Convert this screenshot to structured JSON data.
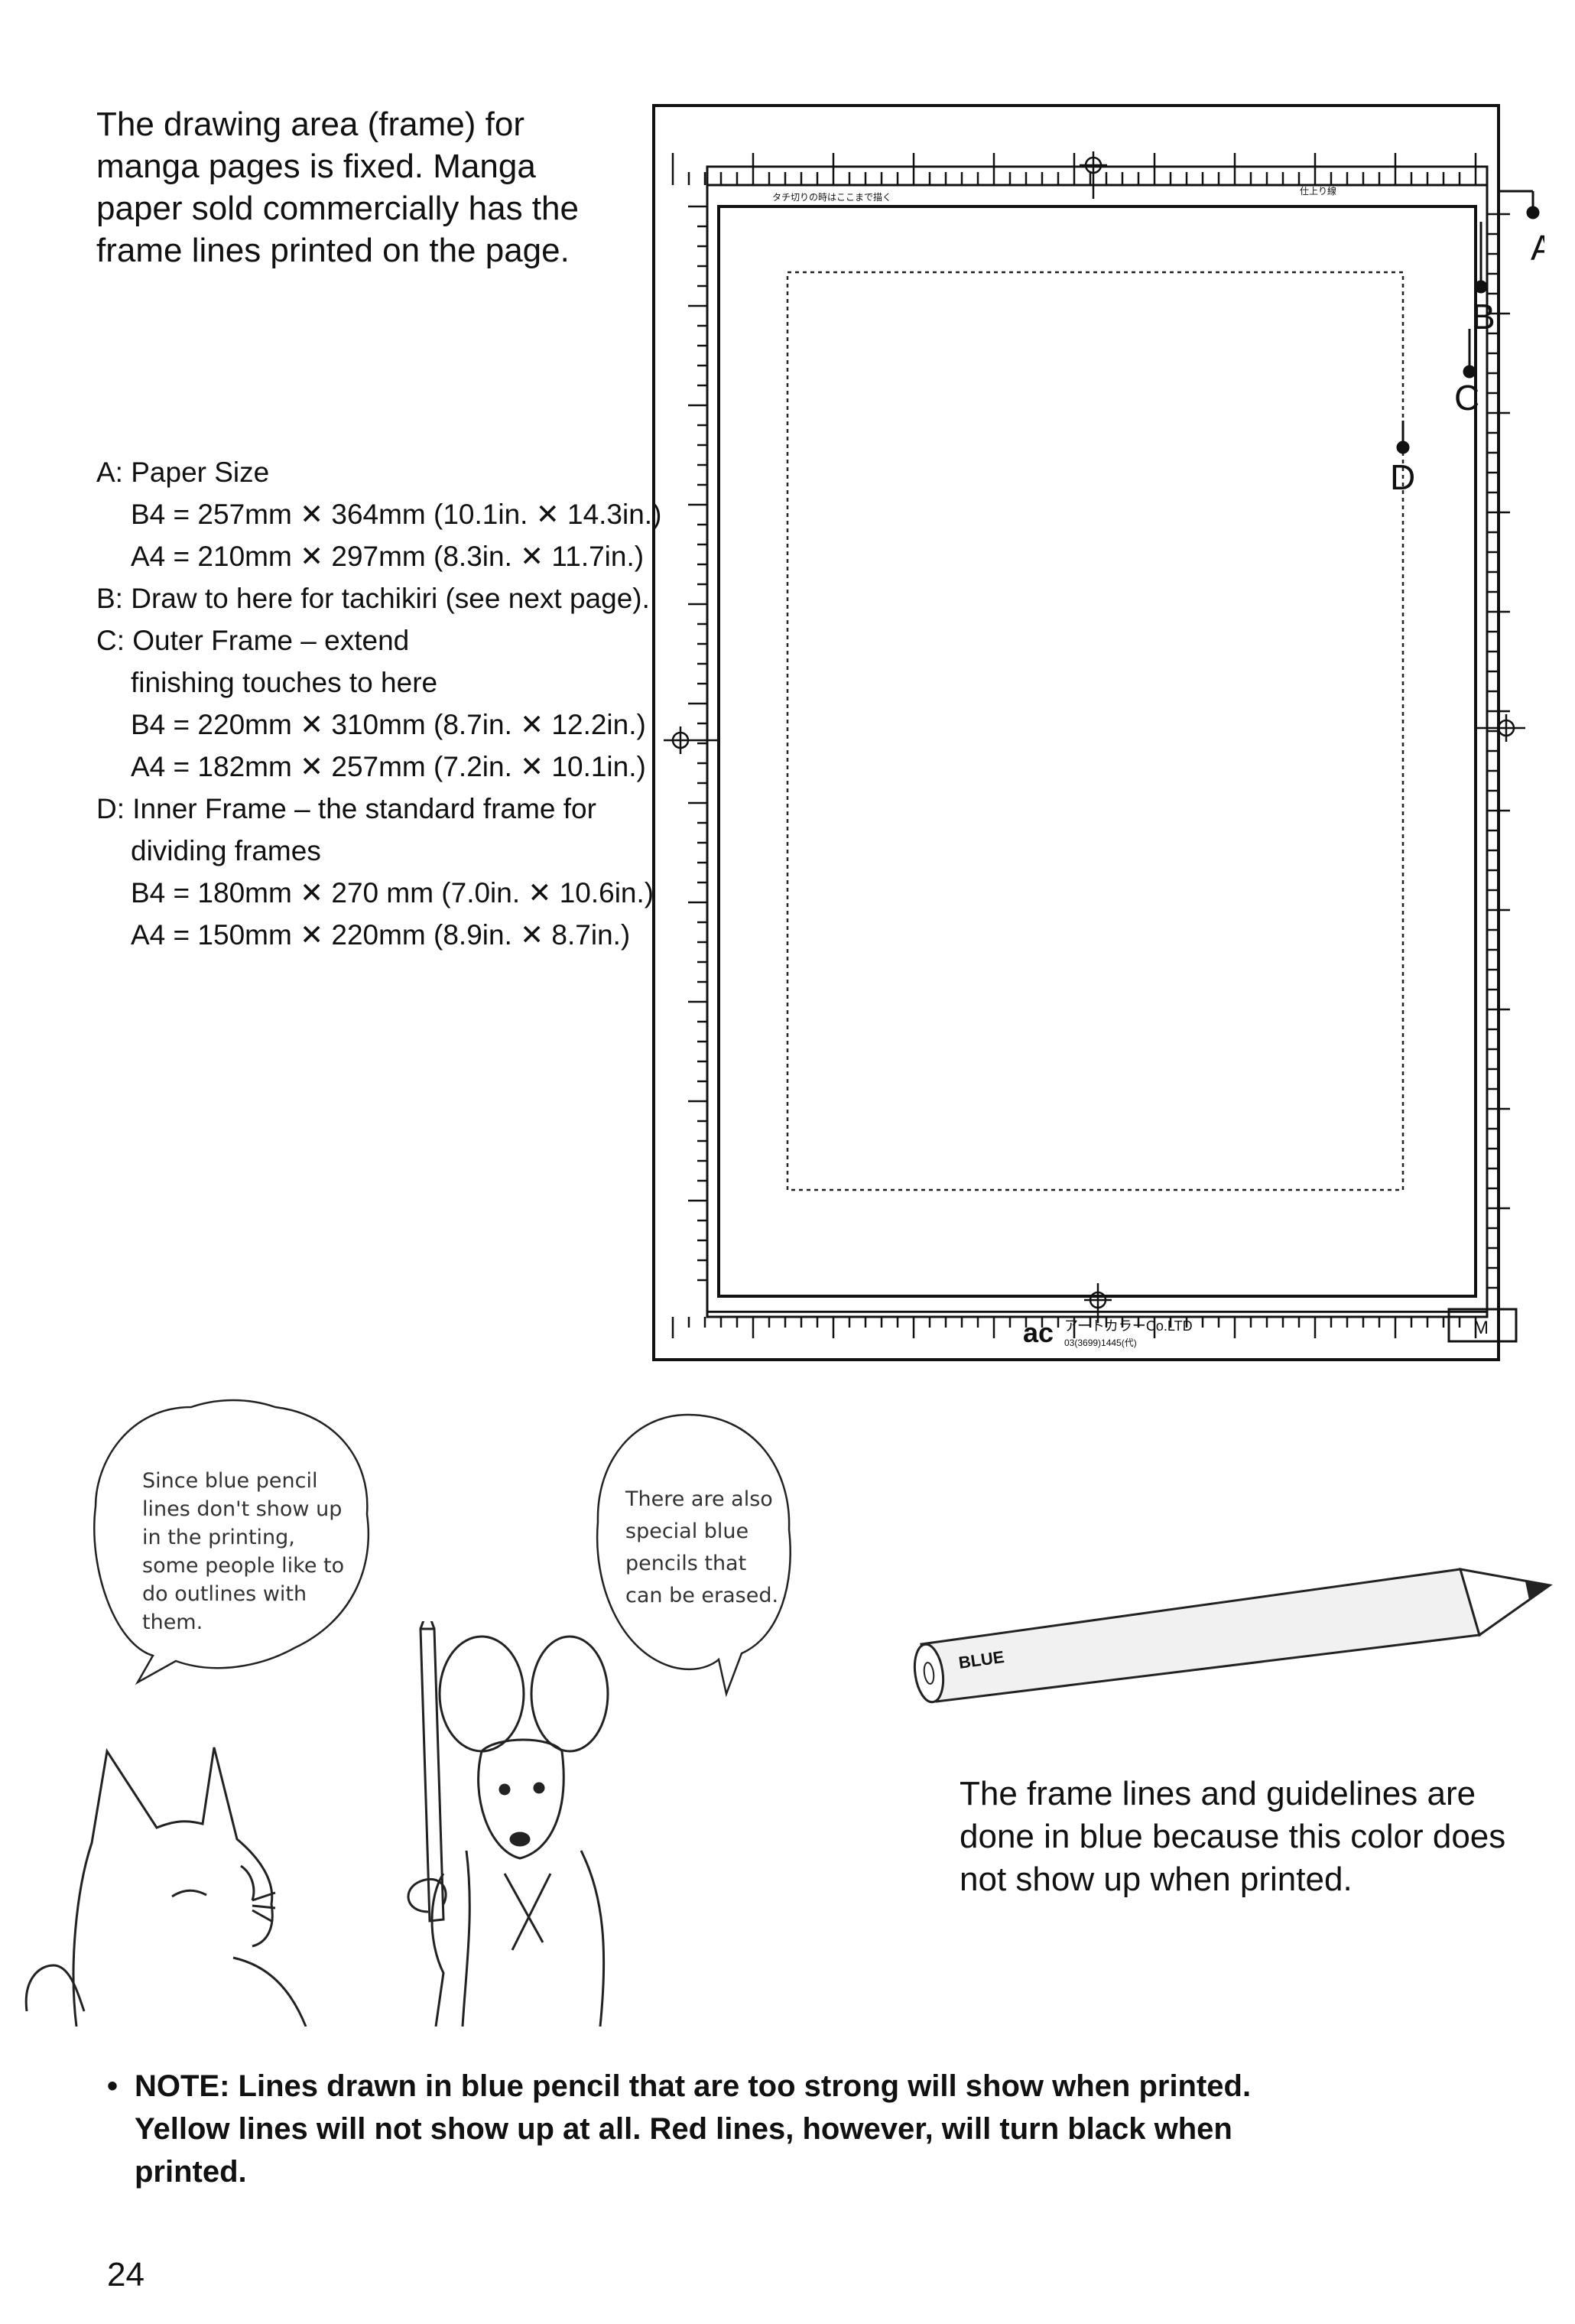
{
  "intro": {
    "lines": [
      "The drawing area (frame) for",
      "manga pages is fixed. Manga",
      "paper sold commercially has the",
      "frame lines printed on the page."
    ]
  },
  "legend": {
    "lines": [
      {
        "text": "A: Paper Size",
        "indent": false
      },
      {
        "text": "B4 = 257mm ✕ 364mm (10.1in. ✕ 14.3in.)",
        "indent": true
      },
      {
        "text": "A4 = 210mm ✕ 297mm (8.3in. ✕ 11.7in.)",
        "indent": true
      },
      {
        "text": "B: Draw to here for tachikiri (see next page).",
        "indent": false
      },
      {
        "text": "C: Outer Frame – extend",
        "indent": false
      },
      {
        "text": "finishing touches to here",
        "indent": true
      },
      {
        "text": "B4 = 220mm ✕ 310mm (8.7in. ✕ 12.2in.)",
        "indent": true
      },
      {
        "text": "A4 = 182mm ✕ 257mm (7.2in. ✕ 10.1in.)",
        "indent": true
      },
      {
        "text": "D: Inner Frame – the standard frame for",
        "indent": false
      },
      {
        "text": "dividing frames",
        "indent": true
      },
      {
        "text": "B4 = 180mm ✕ 270 mm (7.0in. ✕ 10.6in.)",
        "indent": true
      },
      {
        "text": "A4 = 150mm ✕ 220mm (8.9in. ✕ 8.7in.)",
        "indent": true
      }
    ]
  },
  "diagram": {
    "labels": {
      "a": "A",
      "b": "B",
      "c": "C",
      "d": "D"
    },
    "top_note_left": "タチ切りの時はここまで描く",
    "top_note_right": "仕上り線",
    "logo_mark": "ac",
    "maker": "アートカラーCo.LTD",
    "maker_phone": "03(3699)1445(代)",
    "size_mark": "M"
  },
  "bubbles": {
    "left": {
      "lines": [
        "Since blue pencil",
        "lines don't show up",
        "in the printing,",
        "some people like to",
        "do outlines with",
        "them."
      ]
    },
    "right": {
      "lines": [
        "There are also",
        "special blue",
        "pencils that",
        "can be erased."
      ]
    }
  },
  "pencil": {
    "label": "BLUE",
    "color": "#f1f1f1"
  },
  "caption": {
    "lines": [
      "The frame lines and guidelines are",
      "done in blue because this color does",
      "not show up when printed."
    ]
  },
  "note": {
    "bullet": "•",
    "text": "NOTE: Lines drawn in blue pencil that are too strong will show when printed. Yellow lines will not show up at all. Red lines, however, will turn black when printed."
  },
  "page_number": "24"
}
